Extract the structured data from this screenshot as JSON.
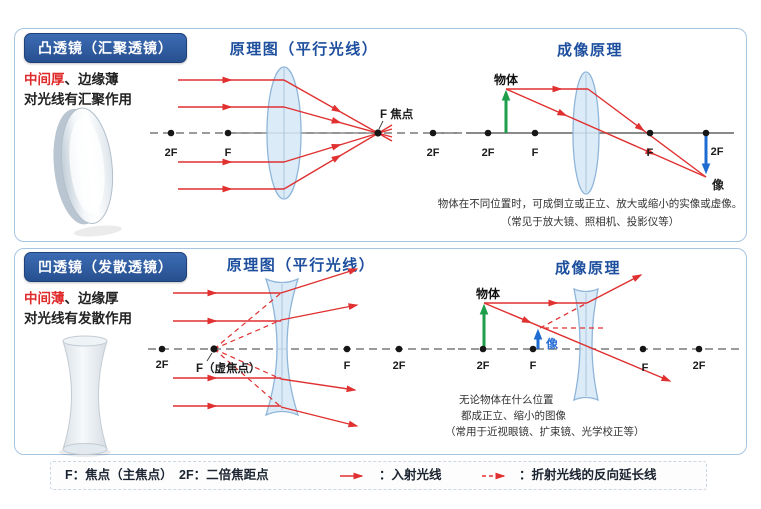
{
  "labels": {
    "f": "F",
    "f2": "2F"
  },
  "convex": {
    "badge": "凸透镜（汇聚透镜）",
    "feature_highlight": "中间厚",
    "feature_rest": "、边缘薄",
    "feature_line2": "对光线有汇聚作用",
    "principle_title": "原理图（平行光线）",
    "imaging_title": "成像原理",
    "focus_label": "F 焦点",
    "object_label": "物体",
    "image_label": "像",
    "caption_line1": "物体在不同位置时，可成倒立或正立、放大或缩小的实像或虚像。",
    "caption_line2": "（常见于放大镜、照相机、投影仪等）"
  },
  "concave": {
    "badge": "凹透镜（发散透镜）",
    "feature_highlight": "中间薄",
    "feature_rest": "、边缘厚",
    "feature_line2": "对光线有发散作用",
    "principle_title": "原理图（平行光线）",
    "imaging_title": "成像原理",
    "virtual_focus_label": "F（虚焦点）",
    "object_label": "物体",
    "image_label": "像",
    "caption_line1": "无论物体在什么位置",
    "caption_line2": "都成正立、缩小的图像",
    "caption_line3": "（常用于近视眼镜、扩束镜、光学校正等）"
  },
  "legend": {
    "focus_def": "F：焦点（主焦点）",
    "double_focus_def": "2F：二倍焦距点",
    "incident_label": "：入射光线",
    "extension_label": "：折射光线的反向延长线"
  },
  "colors": {
    "accent_blue": "#1d4f9e",
    "ray_red": "#e03030",
    "object_green": "#1e9e4a",
    "image_blue": "#1e6bd2",
    "lens_fill": "#d6e7f7",
    "lens_stroke": "#8fb6d9",
    "axis_gray": "#7a7a7a",
    "badge_blue": "#2c5aa5",
    "highlight_red": "#e02b2b"
  }
}
